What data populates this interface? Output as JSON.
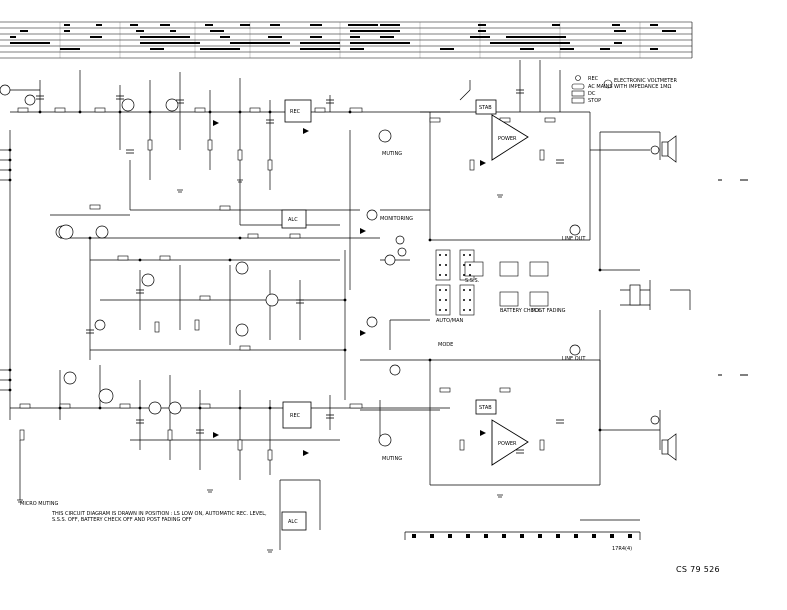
{
  "document": {
    "drawing_number": "CS 79 526",
    "footnote_lines": [
      "THIS CIRCUIT DIAGRAM IS DRAWN IN POSITION : LS LOW ON, AUTOMATIC REC. LEVEL,",
      "S.S.S. OFF, BATTERY CHECK OFF AND POST FADING OFF"
    ],
    "revision_mark": "17R4(4)"
  },
  "legend": {
    "items": [
      "REC",
      "AC MAINS",
      "DC",
      "STOP"
    ],
    "voltmeter_note": [
      "ELECTRONIC VOLTMETER",
      "WITH IMPEDANCE 1MΩ"
    ]
  },
  "blocks": {
    "power_top": "POWER",
    "power_bottom": "POWER",
    "stab_top": "STAB",
    "stab_bottom": "STAB",
    "alc_top": "ALC",
    "alc_bottom": "ALC",
    "rec_block_top": "REC",
    "rec_block_bottom": "REC"
  },
  "labels": {
    "line_out_top": "LINE OUT",
    "line_out_bottom": "LINE OUT",
    "micro_muting": "MICRO MUTING",
    "muting_top": "MUTING",
    "muting_bottom": "MUTING",
    "monitoring": "MONITORING",
    "battery_check": "BATTERY CHECK",
    "post_fading": "POST FADING",
    "sss": "S.S.S.",
    "auto_man": "AUTO/MAN",
    "mode": "MODE"
  }
}
